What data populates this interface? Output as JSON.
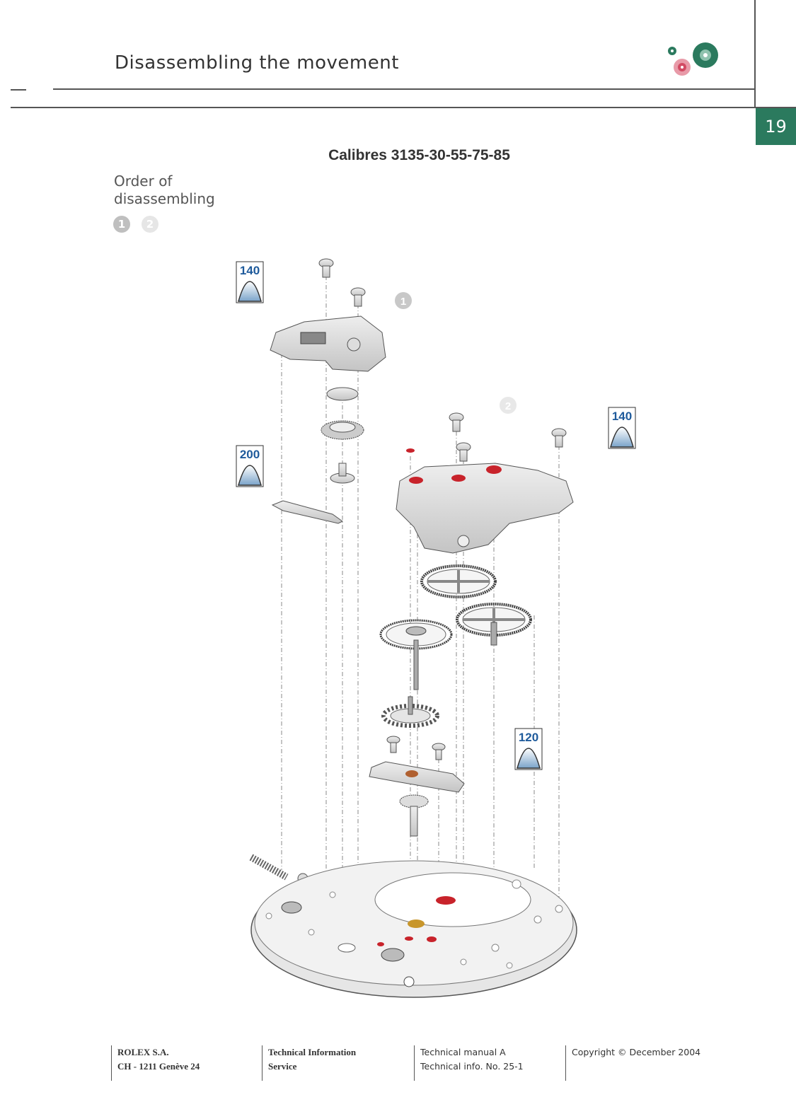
{
  "header": {
    "title": "Disassembling the movement",
    "page_number": "19",
    "accent_color": "#2b7a5e",
    "logo_icon": "gears-logo-icon"
  },
  "section": {
    "heading": "Calibres 3135-30-55-75-85",
    "order_label_line1": "Order of",
    "order_label_line2": "disassembling",
    "step_markers": [
      "1",
      "2"
    ]
  },
  "diagram": {
    "torque_labels": [
      "140",
      "140",
      "200",
      "120"
    ],
    "markers": [
      "1",
      "2"
    ]
  },
  "footer": {
    "col1": [
      "ROLEX S.A.",
      "CH - 1211 Genève 24"
    ],
    "col2": [
      "Technical Information",
      "Service"
    ],
    "col3": [
      "Technical manual A",
      "Technical info. No. 25-1"
    ],
    "col4": [
      "Copyright ©  December 2004"
    ]
  }
}
